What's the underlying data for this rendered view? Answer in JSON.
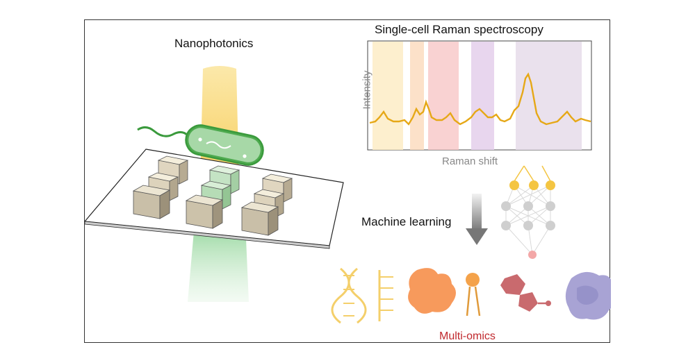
{
  "left_panel": {
    "title": "Nanophotonics"
  },
  "right_panel": {
    "title": "Single-cell Raman spectroscopy",
    "y_axis_label": "Intensity",
    "x_axis_label": "Raman shift"
  },
  "machine_learning": {
    "label": "Machine learning"
  },
  "omics": {
    "label": "Multi-omics"
  },
  "colors": {
    "laser_yellow": "#f6c84a",
    "laser_green": "#6dc778",
    "bacterium_green": "#3a9a3c",
    "spectrum_line": "#e6a817",
    "omics_text": "#c0282d",
    "neural_yellow": "#f4c542",
    "neural_gray": "#cfcfcf",
    "neural_pink": "#f3a7a7"
  },
  "icons": [
    "dna-icon",
    "rna-icon",
    "protein-icon",
    "lipid-icon",
    "metabolite-icon",
    "protein-complex-icon"
  ]
}
